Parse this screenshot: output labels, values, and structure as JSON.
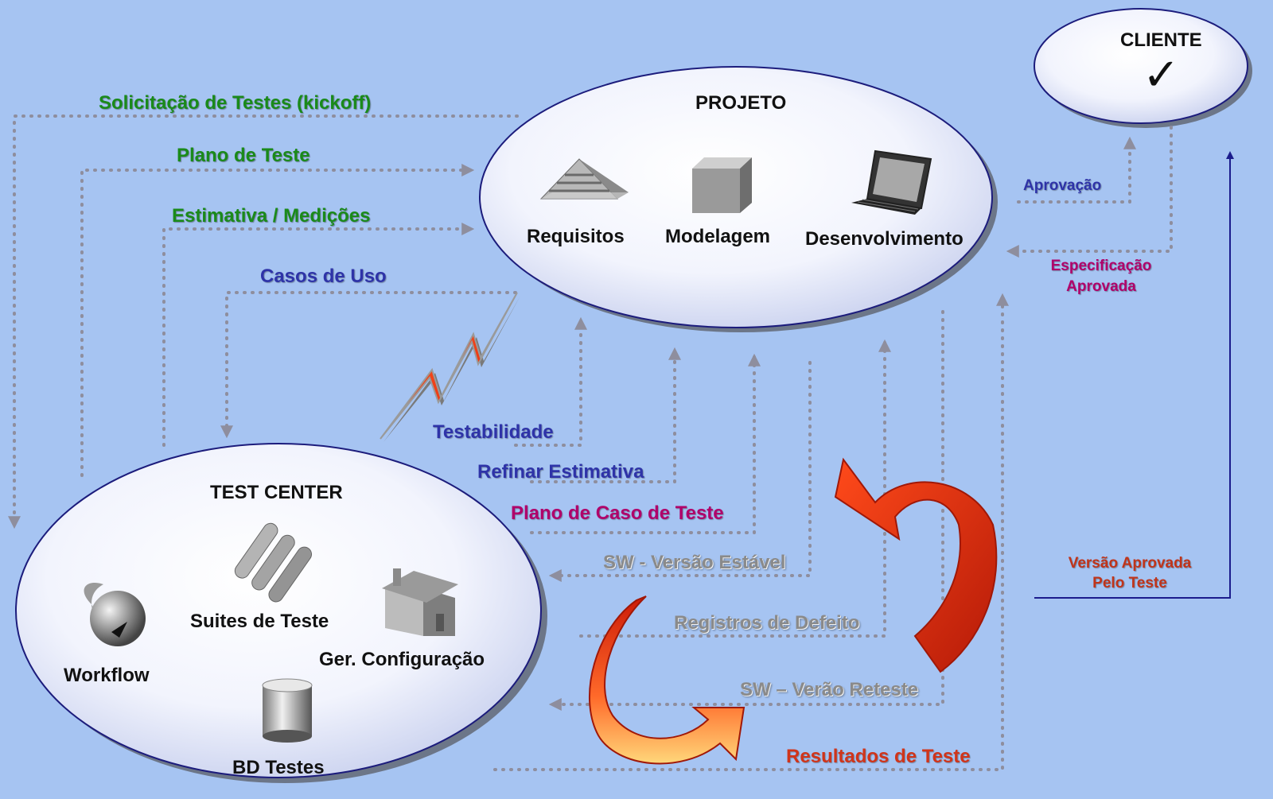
{
  "nodes": {
    "cliente": {
      "title": "CLIENTE",
      "mark": "✓"
    },
    "projeto": {
      "title": "PROJETO",
      "items": [
        "Requisitos",
        "Modelagem",
        "Desenvolvimento"
      ]
    },
    "test_center": {
      "title": "TEST CENTER",
      "items": [
        "Suites de Teste",
        "Ger. Configuração",
        "Workflow",
        "BD Testes"
      ]
    }
  },
  "flows": {
    "solicitacao": "Solicitação de Testes (kickoff)",
    "plano_teste": "Plano de Teste",
    "estimativa": "Estimativa / Medições",
    "casos_uso": "Casos de Uso",
    "testabilidade": "Testabilidade",
    "refinar": "Refinar Estimativa",
    "plano_caso": "Plano de Caso de Teste",
    "sw_estavel": "SW - Versão Estável",
    "registros": "Registros de Defeito",
    "sw_reteste": "SW – Verão Reteste",
    "resultados": "Resultados de Teste",
    "aprovacao": "Aprovação",
    "especificacao_1": "Especificação",
    "especificacao_2": "Aprovada",
    "versao_aprovada_1": "Versão Aprovada",
    "versao_aprovada_2": "Pelo Teste"
  },
  "colors": {
    "background": "#a6c4f2",
    "flow_green": "#1a8a1a",
    "flow_blue": "#2e33a8",
    "flow_magenta": "#b0006a",
    "flow_gray": "#8a8a8a",
    "flow_red": "#d0341a",
    "dotted_line": "#8e8e9e"
  }
}
